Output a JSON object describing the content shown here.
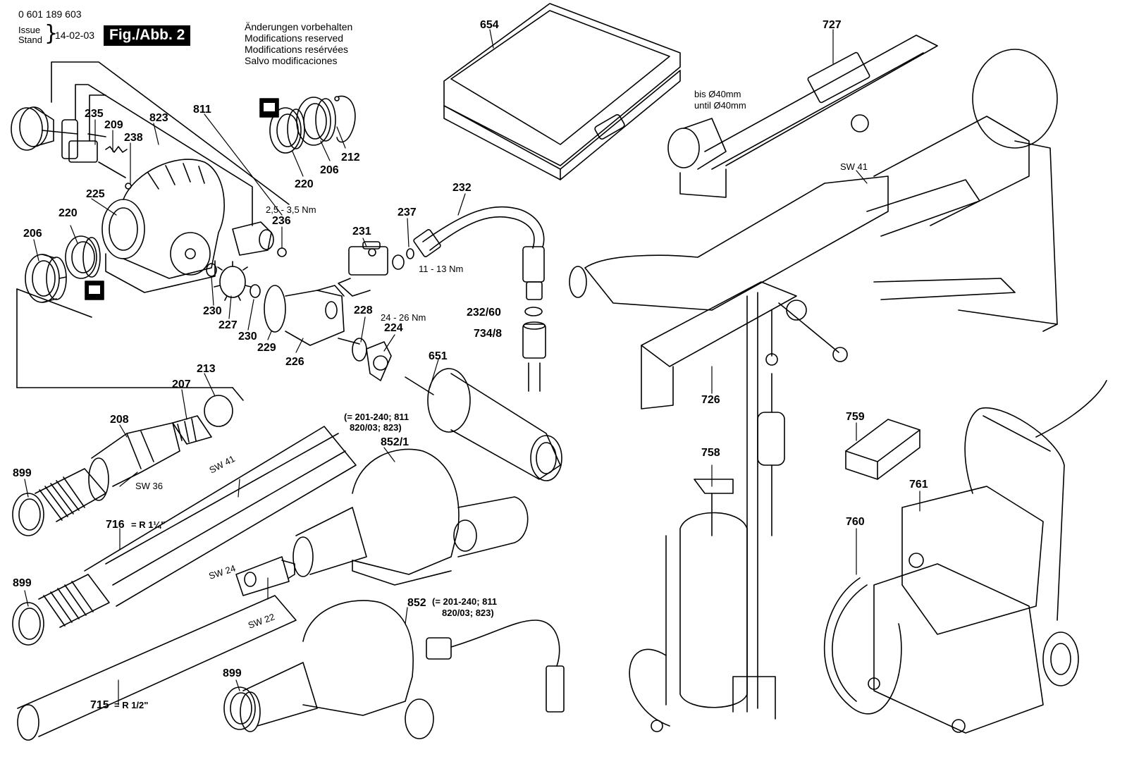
{
  "header": {
    "doc_number": "0 601 189 603",
    "issue_label_1": "Issue",
    "issue_label_2": "Stand",
    "issue_brace": "}",
    "issue_date": "14-02-03",
    "figure_label": "Fig./Abb. 2",
    "modifications": [
      "Änderungen vorbehalten",
      "Modifications reserved",
      "Modifications resérvées",
      "Salvo modificaciones"
    ]
  },
  "colors": {
    "line": "#000000",
    "background": "#ffffff",
    "label_box": "#000000",
    "label_box_text": "#ffffff"
  },
  "icons": [
    "wrench-grease-icon"
  ],
  "part_labels": {
    "p654": "654",
    "p727": "727",
    "p811": "811",
    "p823": "823",
    "p235": "235",
    "p209": "209",
    "p238": "238",
    "p212": "212",
    "p206a": "206",
    "p220a": "220",
    "p225": "225",
    "p220b": "220",
    "p206b": "206",
    "p236": "236",
    "p232": "232",
    "p237": "237",
    "p231": "231",
    "p230a": "230",
    "p227": "227",
    "p230b": "230",
    "p229": "229",
    "p226": "226",
    "p228": "228",
    "p224": "224",
    "p232_60": "232/60",
    "p734_8": "734/8",
    "p651": "651",
    "p213": "213",
    "p207": "207",
    "p208": "208",
    "p899a": "899",
    "p852_1": "852/1",
    "p716": "716",
    "p899b": "899",
    "p852": "852",
    "p899c": "899",
    "p715": "715",
    "p726": "726",
    "p759": "759",
    "p758": "758",
    "p761": "761",
    "p760": "760"
  },
  "annotations": {
    "torque_236": "2,5 - 3,5 Nm",
    "torque_237": "11 - 13 Nm",
    "torque_224": "24 - 26 Nm",
    "sw41_tool": "SW 41",
    "sw41_tube": "SW 41",
    "sw36": "SW 36",
    "sw24": "SW 24",
    "sw22": "SW 22",
    "thread_716": "= R 1¼\"",
    "thread_715": "= R 1/2\"",
    "note_852_1_a": "(= 201-240; 811",
    "note_852_1_b": "820/03; 823)",
    "note_852_a": "(= 201-240; 811",
    "note_852_b": "820/03; 823)",
    "bis_de": "bis Ø40mm",
    "until_en": "until Ø40mm"
  }
}
